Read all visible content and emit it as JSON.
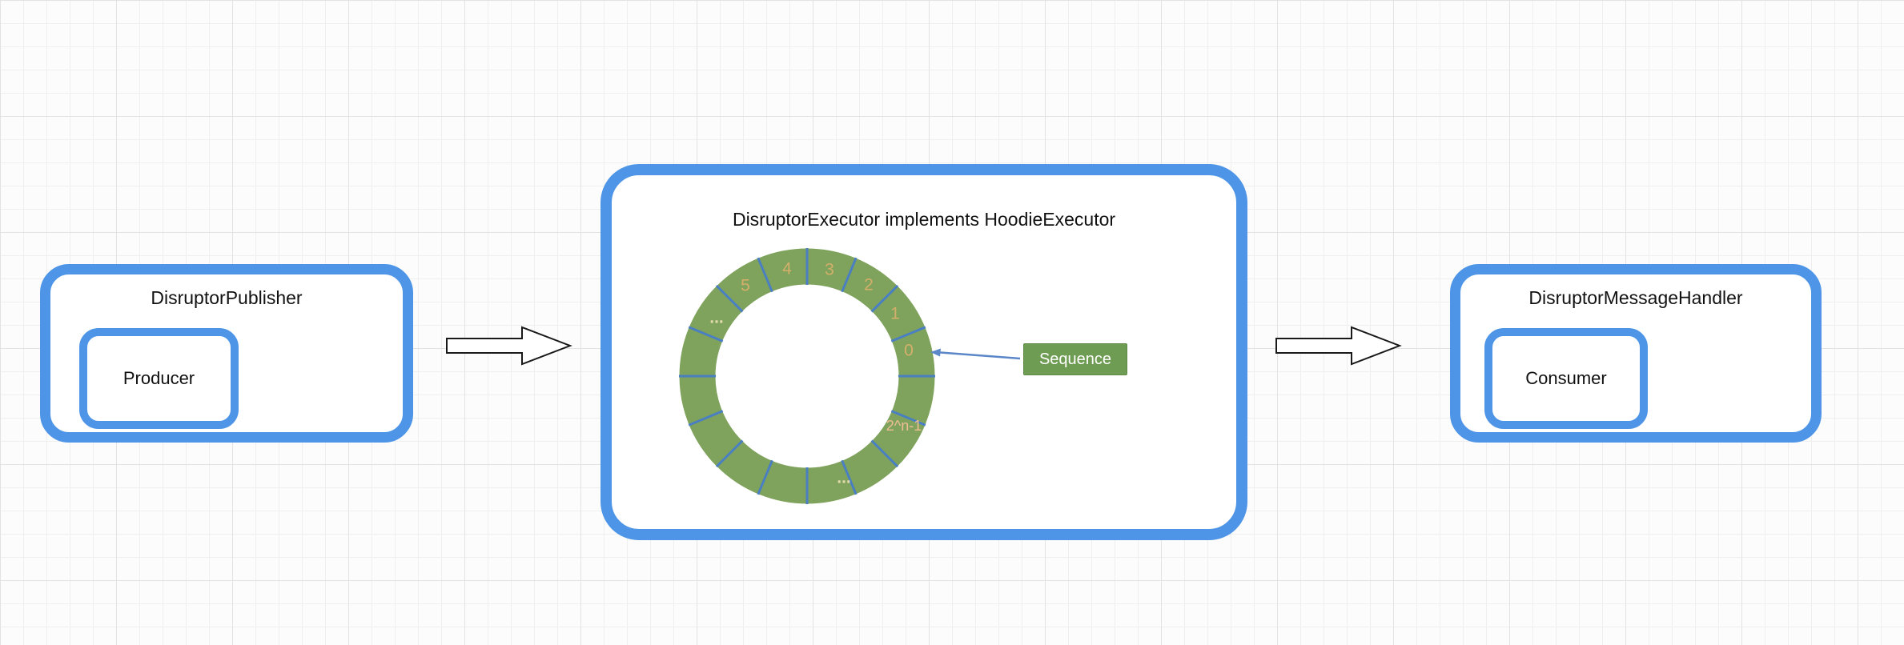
{
  "publisher": {
    "title": "DisruptorPublisher",
    "producer_label": "Producer"
  },
  "executor": {
    "title": "DisruptorExecutor implements HoodieExecutor",
    "ring_labels": [
      "0",
      "1",
      "2",
      "3",
      "4",
      "5"
    ],
    "ellipsis_left": "...",
    "ellipsis_bottom": "...",
    "last_slot_label": "2^n-1",
    "sequence_label": "Sequence"
  },
  "handler": {
    "title": "DisruptorMessageHandler",
    "consumer_label": "Consumer"
  },
  "colors": {
    "box_border_blue": "#4e95e7",
    "ring_green": "#7fa35c",
    "ring_divider_blue": "#4a7fc1",
    "ring_number_tan": "#d4af6a",
    "last_slot_orange": "#f0bd93",
    "sequence_green": "#6f9c53",
    "arrow_outline": "#1a1a1a"
  }
}
